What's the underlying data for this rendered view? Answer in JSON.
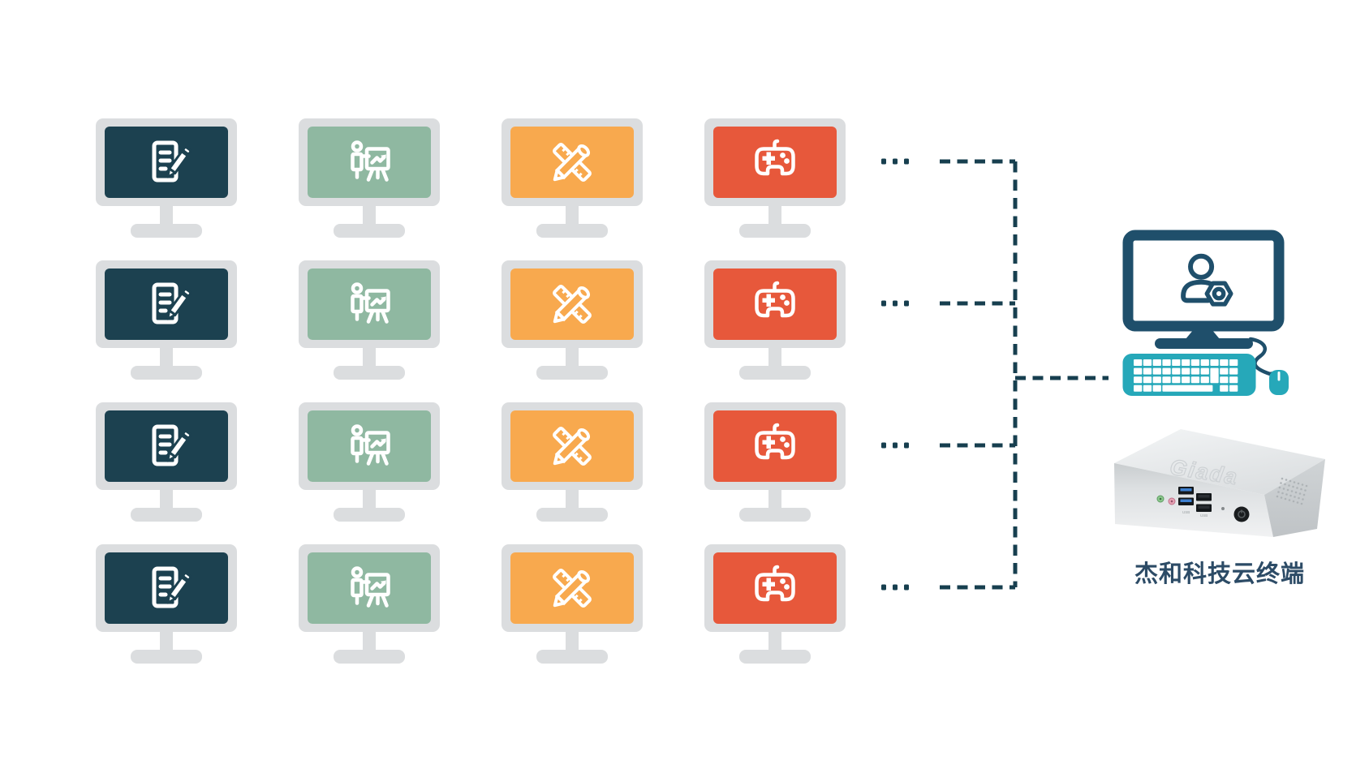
{
  "page": {
    "background": "#FFFFFF"
  },
  "grid": {
    "rows": 4,
    "ellipsis_dots": 3,
    "bezel_color": "#DBDDDF",
    "columns": [
      {
        "id": "documents",
        "icon": "document-edit-icon",
        "screen_color": "#1C4150"
      },
      {
        "id": "presentation",
        "icon": "presentation-board-icon",
        "screen_color": "#8FB8A1"
      },
      {
        "id": "design",
        "icon": "ruler-pencil-icon",
        "screen_color": "#F8A94E"
      },
      {
        "id": "gaming",
        "icon": "gamepad-icon",
        "screen_color": "#E7583B"
      }
    ]
  },
  "connector": {
    "color": "#173F4F"
  },
  "server": {
    "label": "杰和科技云终端",
    "label_color": "#2C4B66",
    "monitor_icon": "user-settings-icon",
    "monitor_frame_color": "#1F4F6B",
    "peripheral_color": "#26A8B9",
    "device_logo": "Giada",
    "usb_label": "USB"
  }
}
